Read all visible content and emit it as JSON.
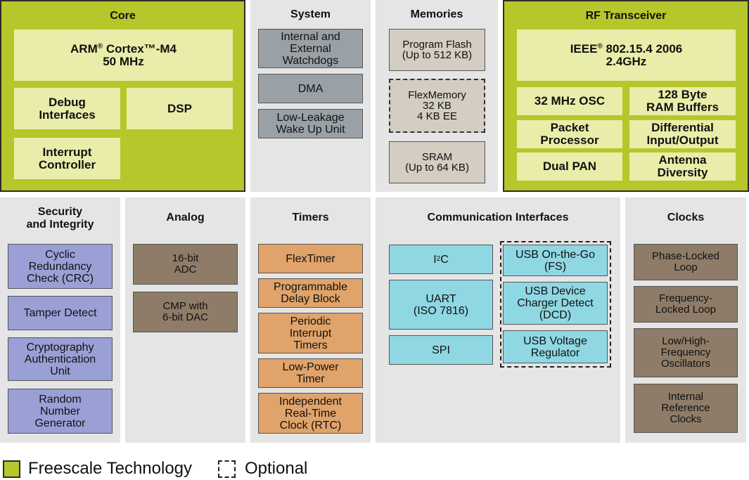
{
  "panels": {
    "core": {
      "title": "Core",
      "cortex_line1_pre": "ARM",
      "cortex_line1_sup": "®",
      "cortex_line1_post": " Cortex™-M4",
      "cortex_line2": "50 MHz",
      "debug": "Debug\nInterfaces",
      "dsp": "DSP",
      "interrupt": "Interrupt\nController"
    },
    "system": {
      "title": "System",
      "items": [
        "Internal and\nExternal\nWatchdogs",
        "DMA",
        "Low-Leakage\nWake Up Unit"
      ]
    },
    "memories": {
      "title": "Memories",
      "flash": "Program Flash\n(Up to 512 KB)",
      "flexmemory": "FlexMemory\n32 KB\n4 KB EE",
      "sram": "SRAM\n(Up to 64 KB)"
    },
    "rf": {
      "title": "RF Transceiver",
      "ieee_pre": "IEEE",
      "ieee_sup": "®",
      "ieee_post": " 802.15.4 2006",
      "ieee_line2": "2.4GHz",
      "items": [
        "32 MHz OSC",
        "128 Byte\nRAM Buffers",
        "Packet\nProcessor",
        "Differential\nInput/Output",
        "Dual PAN",
        "Antenna\nDiversity"
      ]
    },
    "security": {
      "title": "Security\nand Integrity",
      "items": [
        "Cyclic\nRedundancy\nCheck (CRC)",
        "Tamper Detect",
        "Cryptography\nAuthentication\nUnit",
        "Random\nNumber\nGenerator"
      ]
    },
    "analog": {
      "title": "Analog",
      "items": [
        "16-bit\nADC",
        "CMP with\n6-bit DAC"
      ]
    },
    "timers": {
      "title": "Timers",
      "items": [
        "FlexTimer",
        "Programmable\nDelay Block",
        "Periodic\nInterrupt\nTimers",
        "Low-Power\nTimer",
        "Independent\nReal-Time\nClock (RTC)"
      ]
    },
    "comm": {
      "title": "Communication Interfaces",
      "i2c_pre": "I",
      "i2c_sup": "2",
      "i2c_post": "C",
      "uart": "UART\n(ISO 7816)",
      "spi": "SPI",
      "usb_otg": "USB On-the-Go\n(FS)",
      "usb_dcd": "USB Device\nCharger Detect\n(DCD)",
      "usb_vreg": "USB Voltage\nRegulator"
    },
    "clocks": {
      "title": "Clocks",
      "items": [
        "Phase-Locked\nLoop",
        "Frequency-\nLocked Loop",
        "Low/High-\nFrequency\nOscillators",
        "Internal\nReference\nClocks"
      ]
    }
  },
  "legend": {
    "freescale": "Freescale Technology",
    "optional": "Optional"
  },
  "colors": {
    "freescale_green": "#b7c62a",
    "light_green": "#e9eda9",
    "panel_gray": "#e5e5e5"
  }
}
